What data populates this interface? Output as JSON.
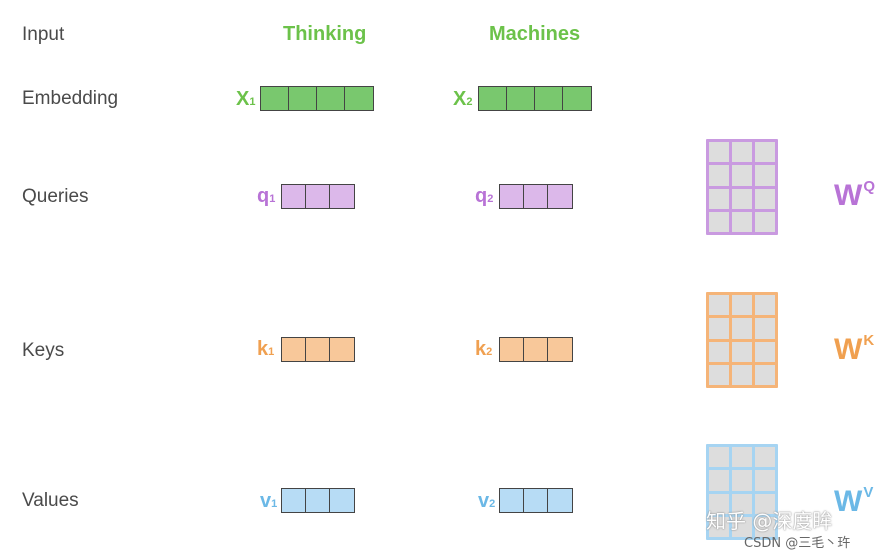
{
  "rows": {
    "input": "Input",
    "embedding": "Embedding",
    "queries": "Queries",
    "keys": "Keys",
    "values": "Values"
  },
  "words": [
    "Thinking",
    "Machines"
  ],
  "embeddings": [
    {
      "symbol": "X",
      "sub": "1"
    },
    {
      "symbol": "X",
      "sub": "2"
    }
  ],
  "queries": [
    {
      "symbol": "q",
      "sub": "1"
    },
    {
      "symbol": "q",
      "sub": "2"
    }
  ],
  "keys": [
    {
      "symbol": "k",
      "sub": "1"
    },
    {
      "symbol": "k",
      "sub": "2"
    }
  ],
  "values": [
    {
      "symbol": "v",
      "sub": "1"
    },
    {
      "symbol": "v",
      "sub": "2"
    }
  ],
  "weights": {
    "q": {
      "symbol": "W",
      "sup": "Q"
    },
    "k": {
      "symbol": "W",
      "sup": "K"
    },
    "v": {
      "symbol": "W",
      "sup": "V"
    }
  },
  "watermark": {
    "line1": "知乎 @深度眸",
    "line2": "CSDN @三毛丶玝"
  },
  "colors": {
    "green": "#6cc24a",
    "purple": "#b873d6",
    "orange": "#f0a050",
    "blue": "#6bb8e6",
    "text": "#4a4a4a"
  }
}
